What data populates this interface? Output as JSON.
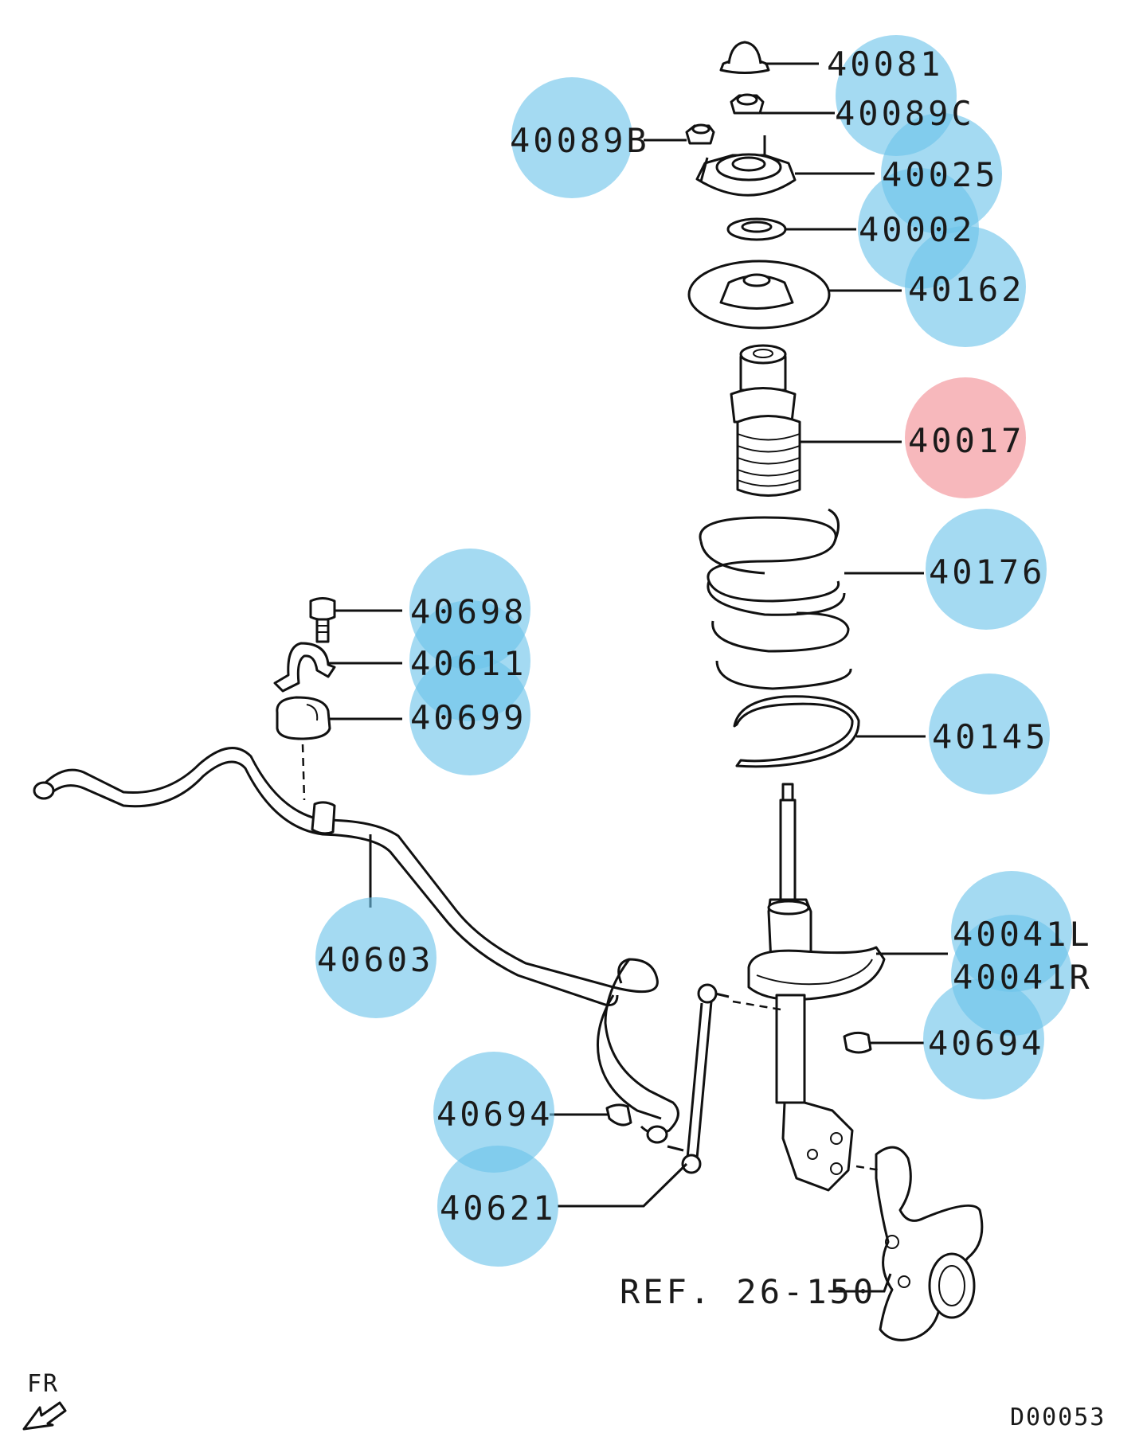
{
  "diagram_code": "D00053",
  "orientation_label": "FR",
  "reference_label": "REF. 26-150",
  "parts": [
    {
      "id": "p40081",
      "label": "40081",
      "state": "none"
    },
    {
      "id": "p40089C",
      "label": "40089C",
      "state": "available"
    },
    {
      "id": "p40089B",
      "label": "40089B",
      "state": "available"
    },
    {
      "id": "p40025",
      "label": "40025",
      "state": "available"
    },
    {
      "id": "p40002",
      "label": "40002",
      "state": "available"
    },
    {
      "id": "p40162",
      "label": "40162",
      "state": "available"
    },
    {
      "id": "p40017",
      "label": "40017",
      "state": "selected"
    },
    {
      "id": "p40176",
      "label": "40176",
      "state": "available"
    },
    {
      "id": "p40145",
      "label": "40145",
      "state": "available"
    },
    {
      "id": "p40698",
      "label": "40698",
      "state": "available"
    },
    {
      "id": "p40611",
      "label": "40611",
      "state": "available"
    },
    {
      "id": "p40699",
      "label": "40699",
      "state": "available"
    },
    {
      "id": "p40603",
      "label": "40603",
      "state": "available"
    },
    {
      "id": "p40041L",
      "label": "40041L",
      "state": "available"
    },
    {
      "id": "p40041R",
      "label": "40041R",
      "state": "available"
    },
    {
      "id": "p40694a",
      "label": "40694",
      "state": "available"
    },
    {
      "id": "p40694b",
      "label": "40694",
      "state": "available"
    },
    {
      "id": "p40621",
      "label": "40621",
      "state": "available"
    }
  ],
  "colors": {
    "available_highlight": "#6cc4ea",
    "selected_highlight": "#f4a0a6",
    "line": "#111111",
    "background": "#ffffff"
  }
}
